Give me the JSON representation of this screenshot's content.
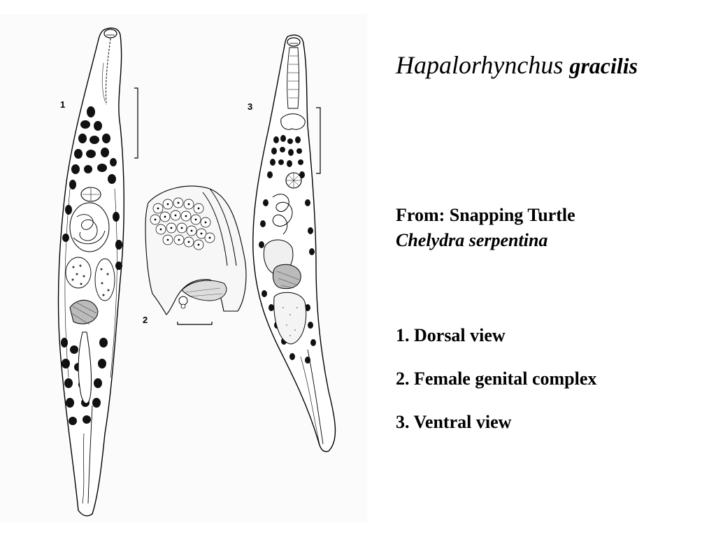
{
  "figure": {
    "labels": {
      "fig1": "1",
      "fig2": "2",
      "fig3": "3"
    }
  },
  "title": {
    "genus": "Hapalorhynchus",
    "species": "gracilis"
  },
  "host": {
    "from_line": "From: Snapping Turtle",
    "species": "Chelydra serpentina"
  },
  "legend": {
    "items": [
      "1.  Dorsal view",
      "2. Female genital complex",
      "3.  Ventral view"
    ]
  }
}
